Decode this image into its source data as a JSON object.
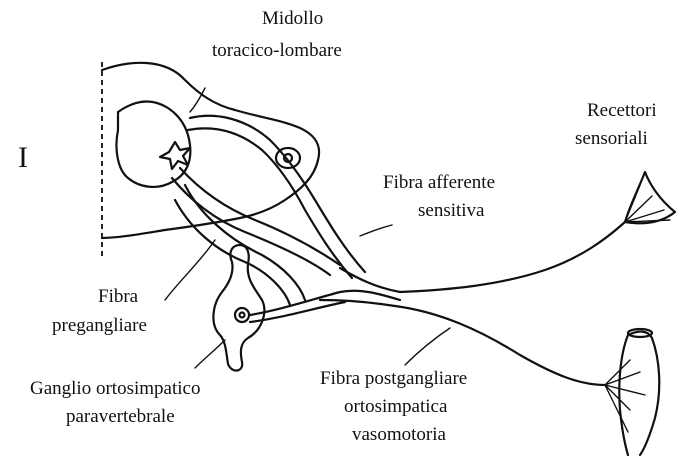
{
  "panel_numeral": "I",
  "labels": {
    "midollo": [
      "Midollo",
      "toracico-lombare"
    ],
    "recettori": [
      "Recettori",
      "sensoriali"
    ],
    "fibra_afferente": [
      "Fibra afferente",
      "sensitiva"
    ],
    "fibra_pregangliare": [
      "Fibra",
      "pregangliare"
    ],
    "ganglio": [
      "Ganglio ortosimpatico",
      "paravertebrale"
    ],
    "fibra_postgangliare": [
      "Fibra postgangliare",
      "ortosimpatica",
      "vasomotoria"
    ]
  },
  "colors": {
    "ink": "#111111",
    "background": "#ffffff"
  }
}
